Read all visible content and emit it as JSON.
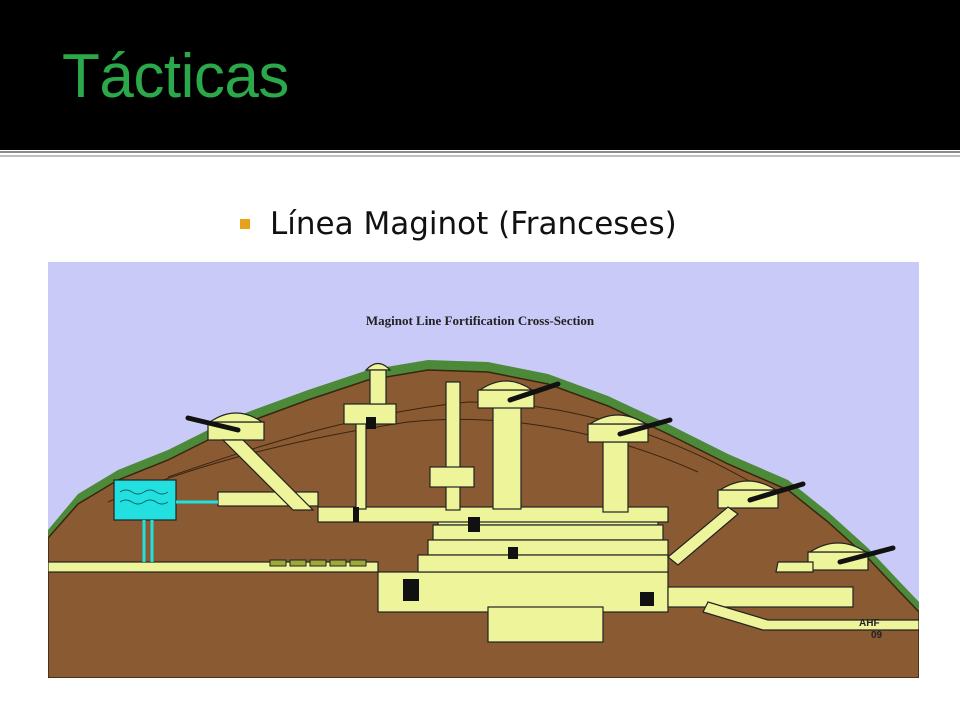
{
  "slide": {
    "title": "Tácticas",
    "bullet": "Línea Maginot (Franceses)"
  },
  "figure": {
    "title": "Maginot Line Fortification Cross-Section",
    "signature_line1": "AHF",
    "signature_line2": "09"
  },
  "colors": {
    "header_bg": "#000000",
    "title_green": "#2aa84a",
    "bullet_orange": "#e8a21a",
    "sky": "#cacaf8",
    "earth": "#8a5a32",
    "grass": "#4c8a3a",
    "concrete": "#eef49a",
    "water": "#23e0e0"
  },
  "icons": {
    "bullet": "square-bullet-icon"
  }
}
